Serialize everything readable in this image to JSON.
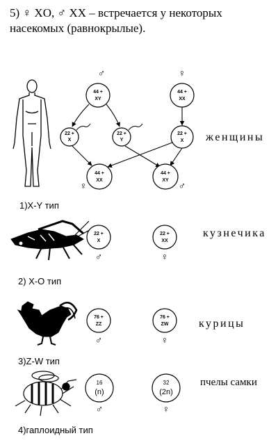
{
  "header": {
    "line1": "5) ♀ XO, ♂ XX – встречается у некоторых",
    "line2": "насекомых (равнокрылые)."
  },
  "symbols": {
    "male": "♂",
    "female": "♀"
  },
  "row1": {
    "parents": [
      {
        "sym": "♂",
        "a": "44 +",
        "b": "XY"
      },
      {
        "sym": "♀",
        "a": "44 +",
        "b": "XX"
      }
    ],
    "gametes": [
      {
        "a": "22 +",
        "b": "X"
      },
      {
        "a": "22 +",
        "b": "Y"
      },
      {
        "a": "22 +",
        "b": "X"
      }
    ],
    "offspring": [
      {
        "sym": "♀",
        "a": "44 +",
        "b": "XX"
      },
      {
        "sym": "♂",
        "a": "44 +",
        "b": "XY"
      }
    ],
    "caption": "женщины",
    "label": "1)X-Y тип"
  },
  "row2": {
    "cells": [
      {
        "sym": "♂",
        "a": "22 +",
        "b": "X"
      },
      {
        "sym": "♀",
        "a": "22 +",
        "b": "XX"
      }
    ],
    "caption": "кузнечика",
    "label": "2) X-O тип"
  },
  "row3": {
    "cells": [
      {
        "sym": "♂",
        "a": "76 +",
        "b": "ZZ"
      },
      {
        "sym": "♀",
        "a": "76 +",
        "b": "ZW"
      }
    ],
    "caption": "курицы",
    "label": "3)Z-W тип"
  },
  "row4": {
    "cells": [
      {
        "sym": "♂",
        "a": "16",
        "b": "(n)"
      },
      {
        "sym": "♀",
        "a": "32",
        "b": "(2n)"
      }
    ],
    "caption": "пчелы самки",
    "label": "4)гаплоидный тип"
  },
  "colors": {
    "ink": "#000000",
    "paper": "#ffffff"
  }
}
